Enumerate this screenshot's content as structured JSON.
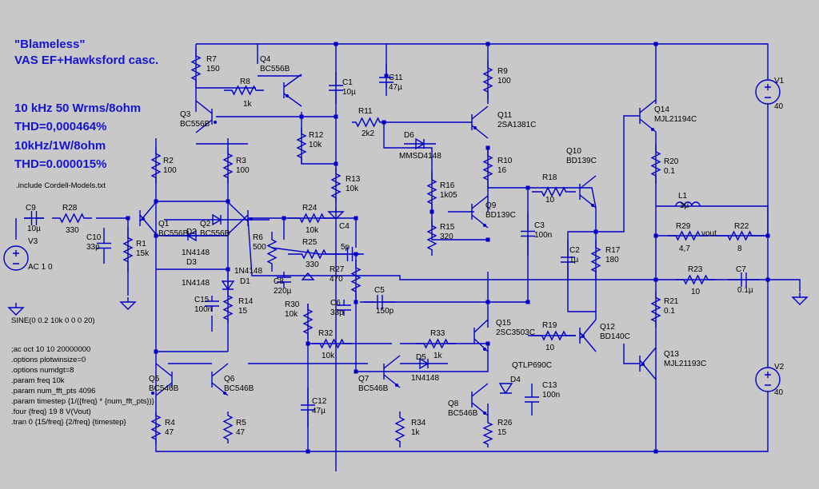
{
  "title_lines": [
    "\"Blameless\"",
    "VAS EF+Hawksford casc."
  ],
  "results": [
    "10 kHz 50 Wrms/8ohm",
    "THD=0,000464%",
    "10kHz/1W/8ohm",
    "THD=0.000015%"
  ],
  "include": ".include Cordell-Models.txt",
  "source_cmd": "SINE(0 0.2 10k 0 0 0 20)",
  "directives": [
    ";ac oct 10 10 20000000",
    ".options plotwinsize=0",
    ".options numdgt=8",
    ".param freq 10k",
    ".param num_fft_pts 4096",
    ".param timestep {1/({freq} * {num_fft_pts})}",
    ".four {freq} 19 8 V(Vout)",
    ".tran 0 {15/freq} {2/freq} {timestep}"
  ],
  "components": {
    "R7": [
      "R7",
      "150"
    ],
    "R8": [
      "R8",
      "1k"
    ],
    "Q4": [
      "Q4",
      "BC556B"
    ],
    "C1": [
      "C1",
      "10µ"
    ],
    "C11": [
      "C11",
      "47µ"
    ],
    "R9": [
      "R9",
      "100"
    ],
    "Q3": [
      "Q3",
      "BC556B"
    ],
    "R11": [
      "R11",
      "2k2"
    ],
    "Q11": [
      "Q11",
      "2SA1381C"
    ],
    "R12": [
      "R12",
      "10k"
    ],
    "D6": [
      "D6",
      "MMSD4148"
    ],
    "R10": [
      "R10",
      "16"
    ],
    "R2": [
      "R2",
      "100"
    ],
    "R3": [
      "R3",
      "100"
    ],
    "R13": [
      "R13",
      "10k"
    ],
    "R16": [
      "R16",
      "1k05"
    ],
    "R18": [
      "R18",
      "10"
    ],
    "Q10": [
      "Q10",
      "BD139C"
    ],
    "Q14": [
      "Q14",
      "MJL21194C"
    ],
    "R20": [
      "R20",
      "0.1"
    ],
    "C9": [
      "C9",
      "10µ"
    ],
    "R28": [
      "R28",
      "330"
    ],
    "Q1": [
      "Q1",
      "BC556B"
    ],
    "Q2": [
      "Q2",
      "BC556B"
    ],
    "R24": [
      "R24",
      "10k"
    ],
    "Q9": [
      "Q9",
      "BD139C"
    ],
    "L1": [
      "L1",
      "1µ"
    ],
    "V3": [
      "V3",
      "AC 1 0"
    ],
    "C10": [
      "C10",
      "33p"
    ],
    "R1": [
      "R1",
      "15k"
    ],
    "D2": [
      "D2",
      "1N4148"
    ],
    "R6": [
      "R6",
      "500"
    ],
    "R25": [
      "R25",
      "330"
    ],
    "C4": [
      "C4",
      "5p"
    ],
    "R15": [
      "R15",
      "320"
    ],
    "C3": [
      "C3",
      "100n"
    ],
    "C2": [
      "C2",
      "1µ"
    ],
    "R17": [
      "R17",
      "180"
    ],
    "R29": [
      "R29",
      "4,7"
    ],
    "R22": [
      "R22",
      "8"
    ],
    "D3": [
      "D3",
      "1N4148"
    ],
    "D1": [
      "D1",
      "1N4148"
    ],
    "C8": [
      "C8",
      "220µ"
    ],
    "R27": [
      "R27",
      "470"
    ],
    "R23": [
      "R23",
      "10"
    ],
    "C7": [
      "C7",
      "0.1µ"
    ],
    "C15": [
      "C15",
      "100n"
    ],
    "R14": [
      "R14",
      "15"
    ],
    "R30": [
      "R30",
      "10k"
    ],
    "C6": [
      "C6",
      "33p"
    ],
    "C5": [
      "C5",
      "150p"
    ],
    "R21": [
      "R21",
      "0.1"
    ],
    "Q15": [
      "Q15",
      "2SC3503C"
    ],
    "R19": [
      "R19",
      "10"
    ],
    "Q12": [
      "Q12",
      "BD140C"
    ],
    "R32": [
      "R32",
      "10k"
    ],
    "R33": [
      "R33",
      "1k"
    ],
    "D5": [
      "D5",
      "1N4148"
    ],
    "Q13": [
      "Q13",
      "MJL21193C"
    ],
    "Q5": [
      "Q5",
      "BC546B"
    ],
    "Q6": [
      "Q6",
      "BC546B"
    ],
    "Q7": [
      "Q7",
      "BC546B"
    ],
    "U1": [
      "QTLP690C",
      ""
    ],
    "D4": [
      "D4",
      ""
    ],
    "C13": [
      "C13",
      "100n"
    ],
    "C12": [
      "C12",
      "47µ"
    ],
    "Q8": [
      "Q8",
      "BC546B"
    ],
    "R4": [
      "R4",
      "47"
    ],
    "R5": [
      "R5",
      "47"
    ],
    "R34": [
      "R34",
      "1k"
    ],
    "R26": [
      "R26",
      "15"
    ],
    "V1": [
      "V1",
      "40"
    ],
    "V2": [
      "V2",
      "40"
    ]
  },
  "net_label": "vout"
}
